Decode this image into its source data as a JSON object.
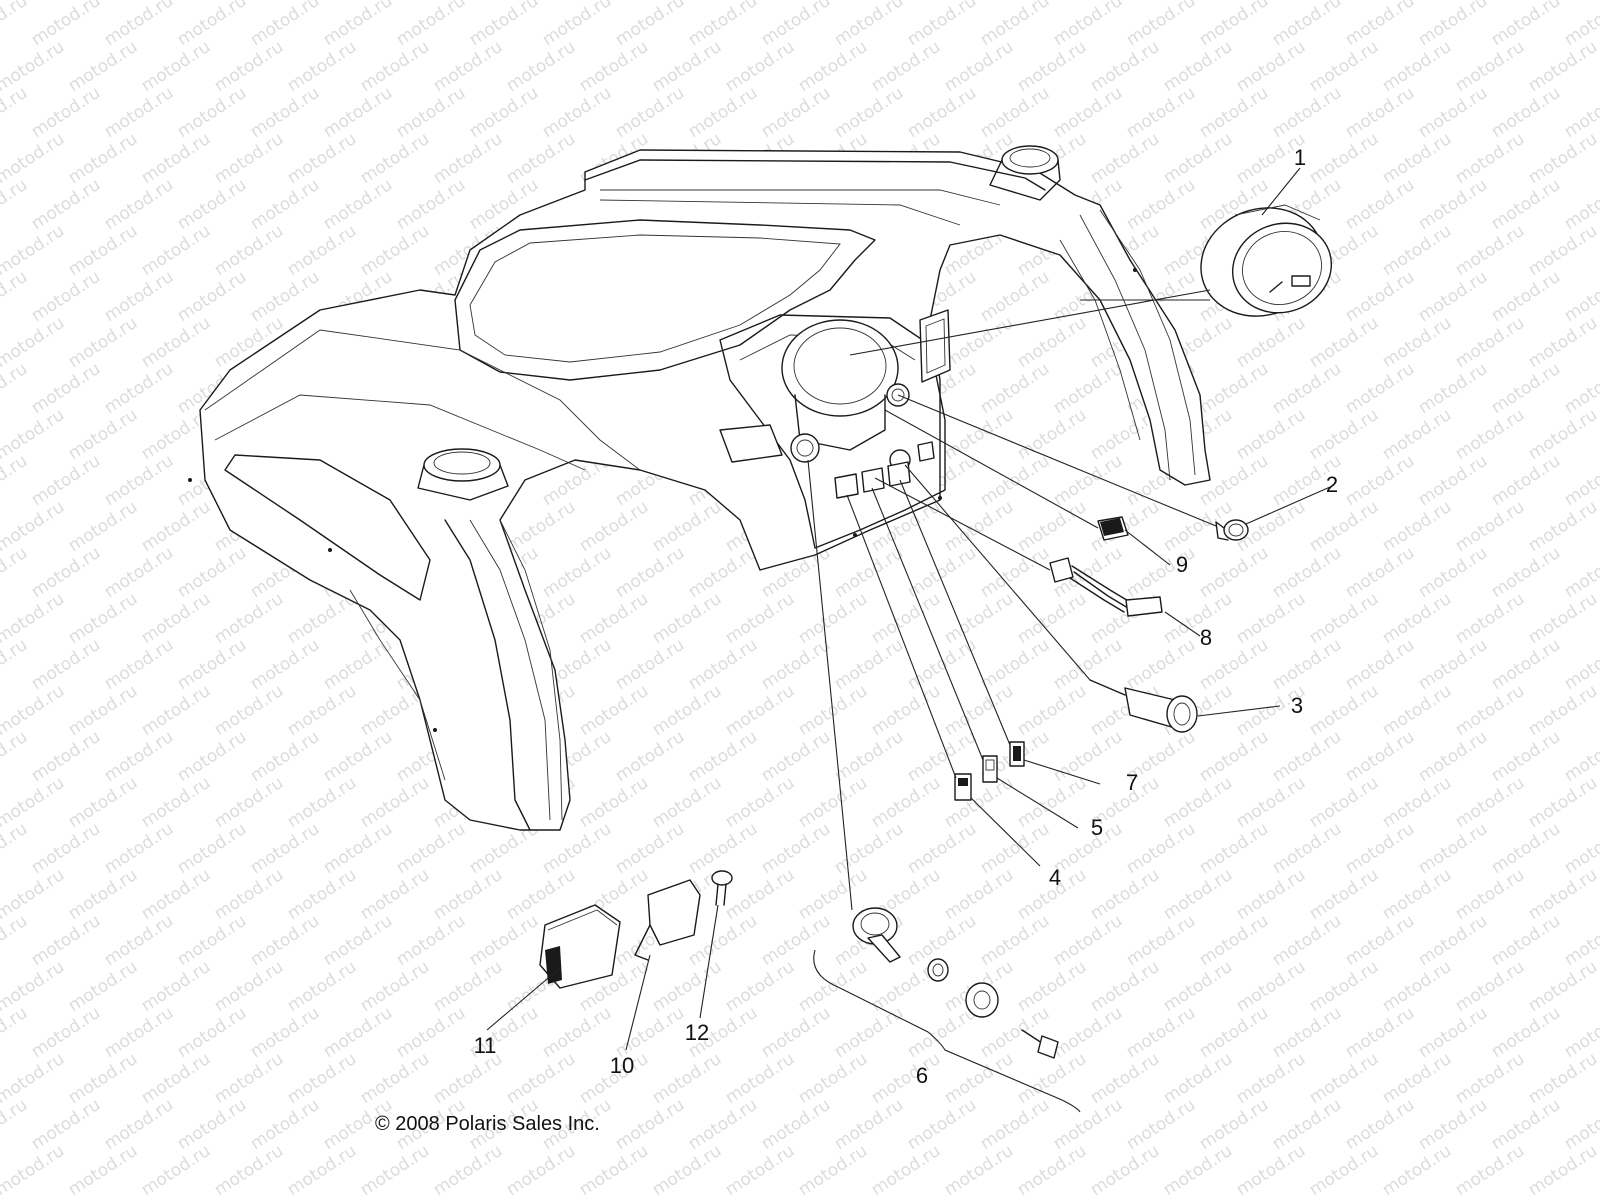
{
  "watermark": {
    "text": "motod.ru"
  },
  "copyright": "© 2008 Polaris Sales Inc.",
  "callouts": [
    {
      "id": "1",
      "label": "1"
    },
    {
      "id": "2",
      "label": "2"
    },
    {
      "id": "3",
      "label": "3"
    },
    {
      "id": "4",
      "label": "4"
    },
    {
      "id": "5",
      "label": "5"
    },
    {
      "id": "6",
      "label": "6"
    },
    {
      "id": "7",
      "label": "7"
    },
    {
      "id": "8",
      "label": "8"
    },
    {
      "id": "9",
      "label": "9"
    },
    {
      "id": "10",
      "label": "10"
    },
    {
      "id": "11",
      "label": "11"
    },
    {
      "id": "12",
      "label": "12"
    }
  ]
}
